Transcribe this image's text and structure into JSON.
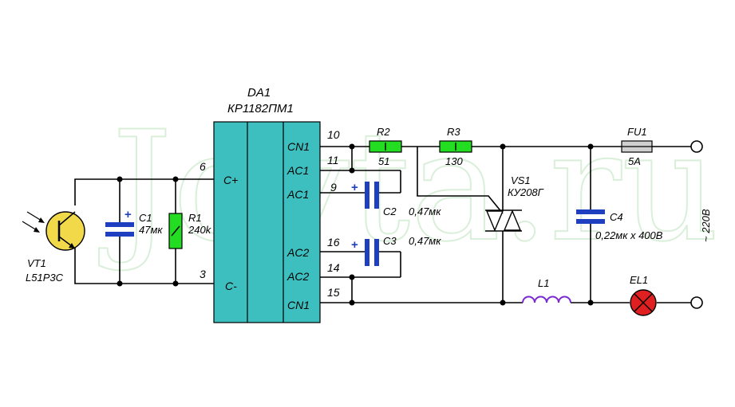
{
  "watermark": "Joyta.ru",
  "chip": {
    "designator": "DA1",
    "part": "КР1182ПМ1",
    "pins": {
      "c_plus": "C+",
      "c_minus": "C-",
      "cn1_top": "CN1",
      "ac1_a": "AC1",
      "ac1_b": "AC1",
      "ac2_a": "AC2",
      "ac2_b": "AC2",
      "cn1_bot": "CN1"
    },
    "pin_numbers": {
      "p6": "6",
      "p3": "3",
      "p10": "10",
      "p11": "11",
      "p9": "9",
      "p16": "16",
      "p14": "14",
      "p15": "15"
    }
  },
  "components": {
    "vt1": {
      "name": "VT1",
      "value": "L51P3C"
    },
    "c1": {
      "name": "C1",
      "value": "47мк",
      "polarity": "+"
    },
    "r1": {
      "name": "R1",
      "value": "240k"
    },
    "c2": {
      "name": "C2",
      "value": "0,47мк",
      "polarity": "+"
    },
    "c3": {
      "name": "C3",
      "value": "0,47мк",
      "polarity": "+"
    },
    "r2": {
      "name": "R2",
      "value": "51"
    },
    "r3": {
      "name": "R3",
      "value": "130"
    },
    "vs1": {
      "name": "VS1",
      "value": "КУ208Г"
    },
    "c4": {
      "name": "C4",
      "value": "0,22мк х 400В"
    },
    "fu1": {
      "name": "FU1",
      "value": "5А"
    },
    "l1": {
      "name": "L1"
    },
    "el1": {
      "name": "EL1"
    }
  },
  "supply": "~ 220В",
  "colors": {
    "chip": "#3dbfbf",
    "capacitor": "#1e3fbf",
    "resistor": "#22dd22",
    "inductor": "#7a2ad0",
    "lamp": "#e02020",
    "fuse": "#d0d0d0",
    "wire": "#000000"
  }
}
